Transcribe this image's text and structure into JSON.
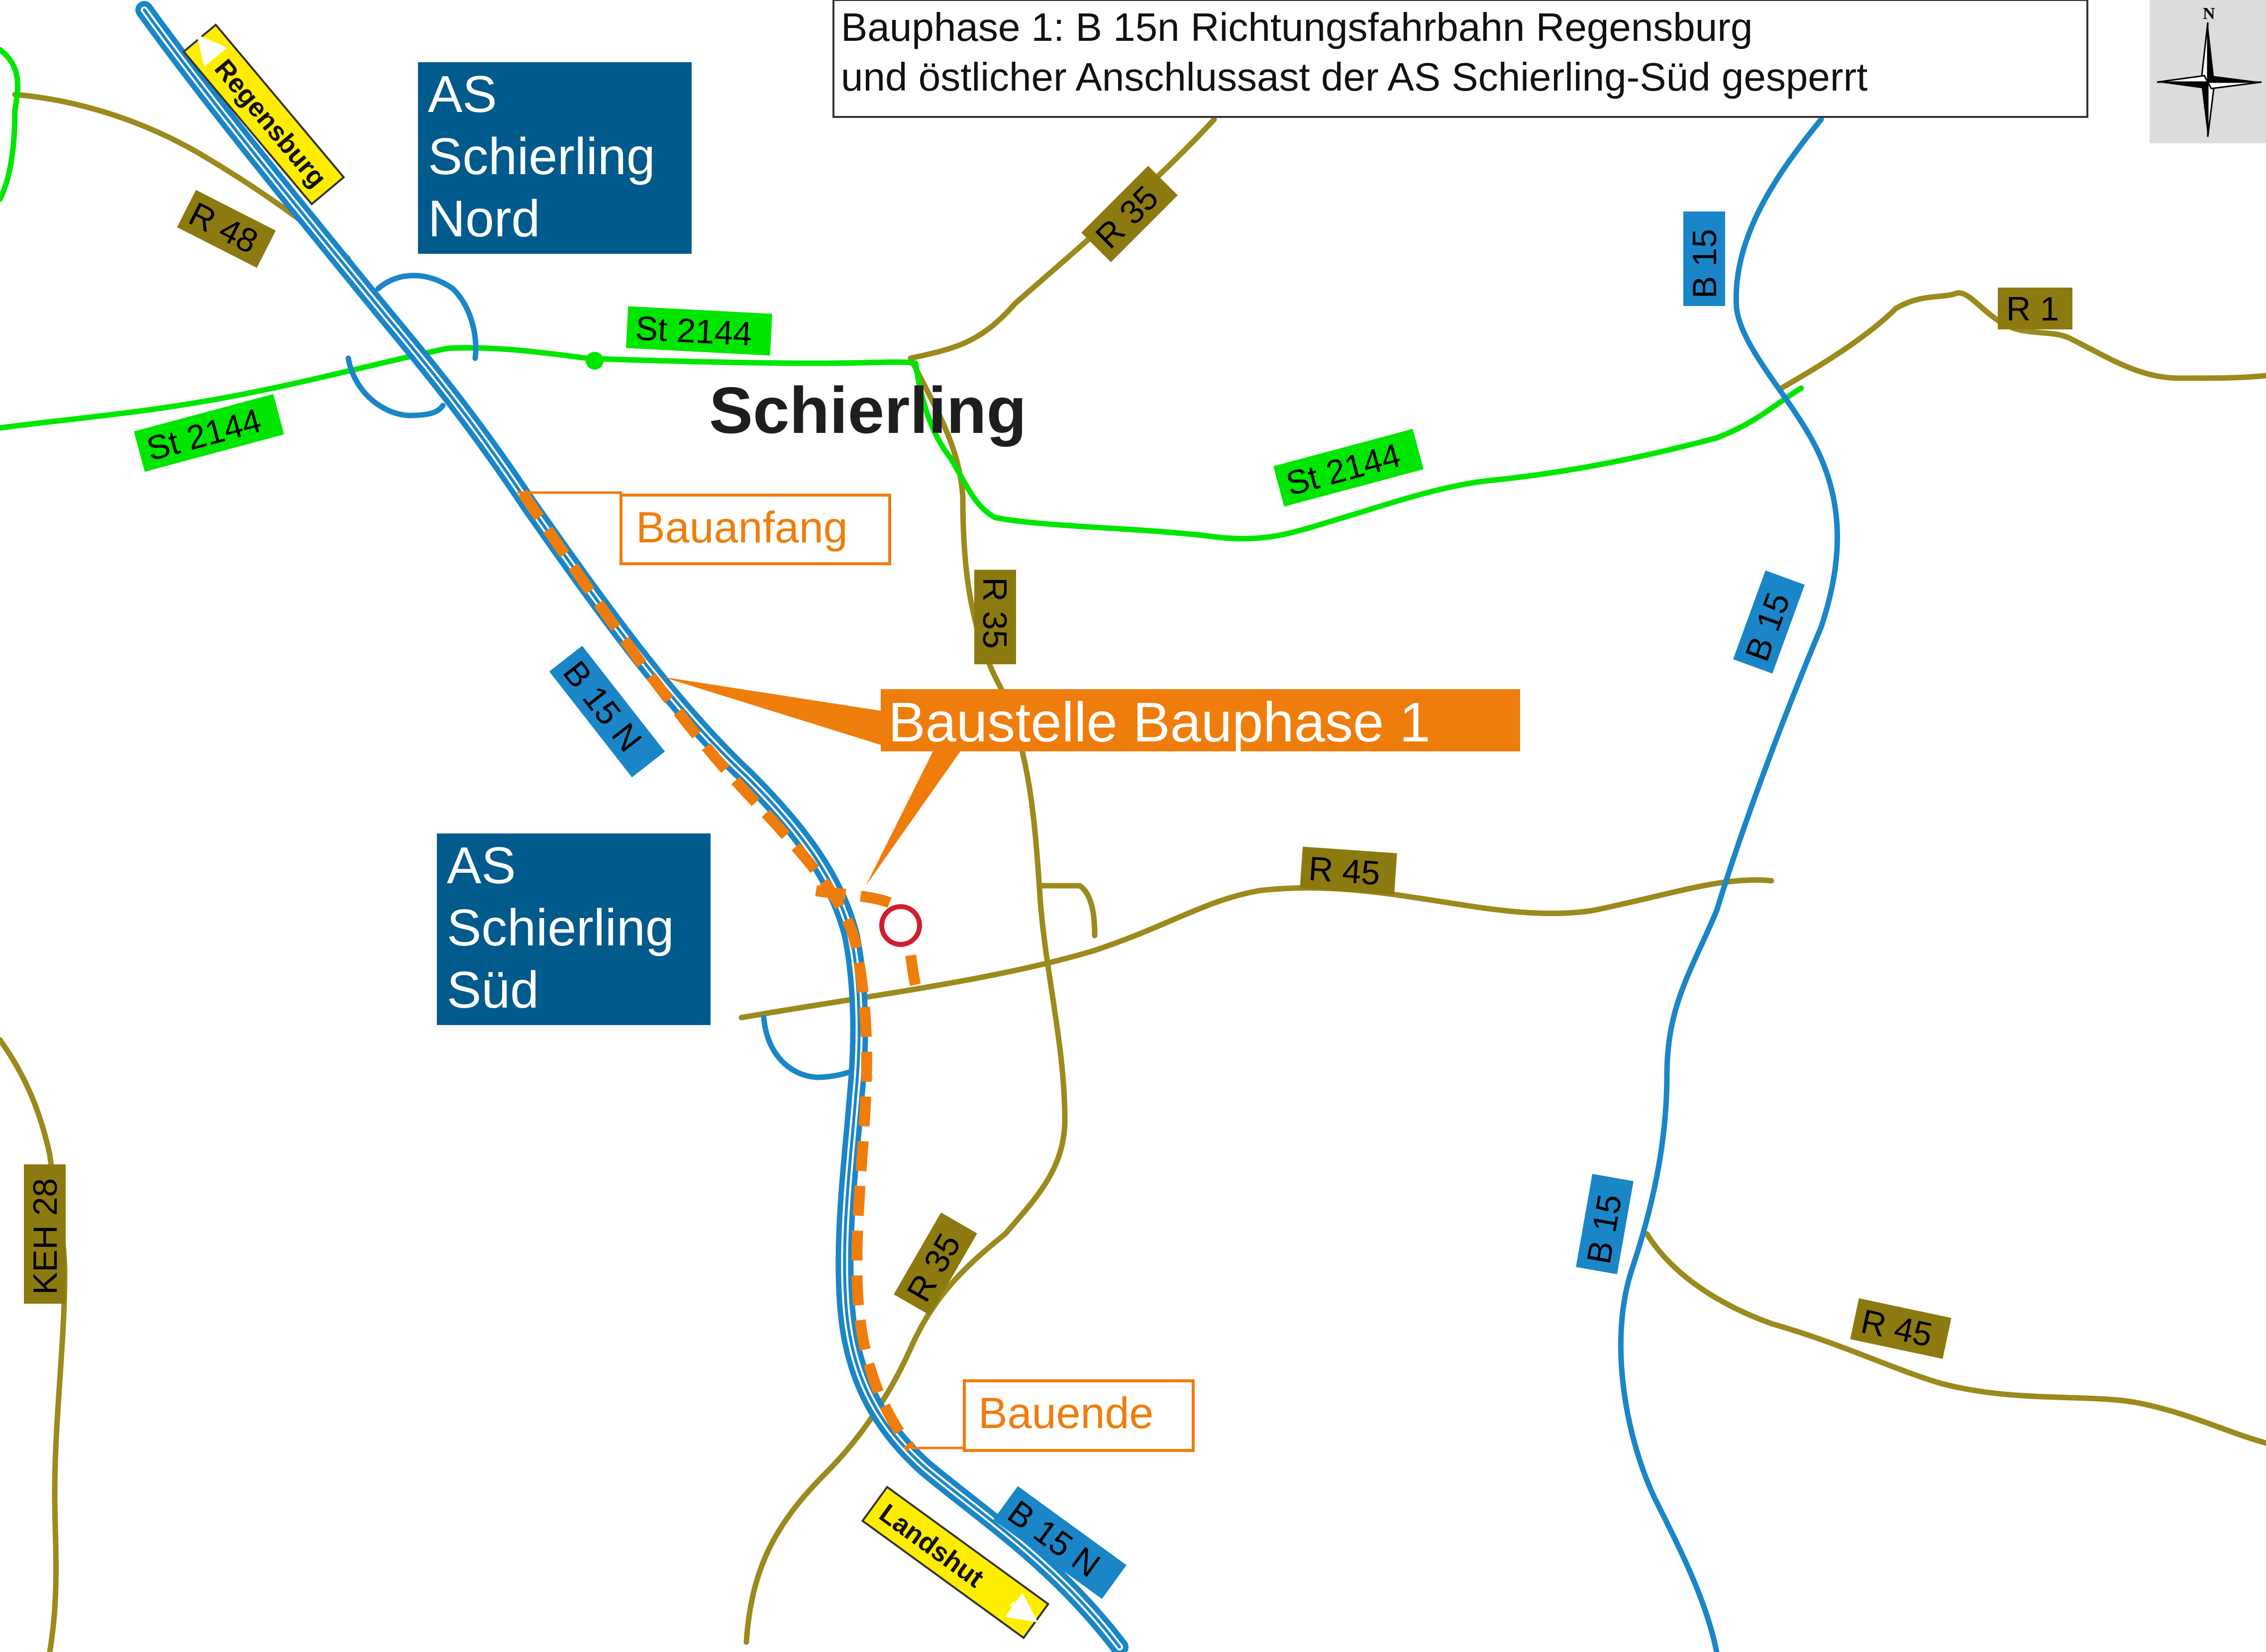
{
  "title": {
    "line1": "Bauphase 1: B 15n Richtungsfahrbahn Regensburg",
    "line2": "und östlicher Anschlussast der AS Schierling-Süd gesperrt"
  },
  "compass": {
    "north_label": "N",
    "icon": "compass-rose-icon"
  },
  "place": {
    "name": "Schierling"
  },
  "junctions": {
    "north": {
      "line1": "AS",
      "line2": "Schierling",
      "line3": "Nord"
    },
    "south": {
      "line1": "AS",
      "line2": "Schierling",
      "line3": "Süd"
    }
  },
  "construction": {
    "start_label": "Bauanfang",
    "end_label": "Bauende",
    "site_label": "Baustelle Bauphase 1",
    "closure_icon": "road-closed-icon"
  },
  "directions": {
    "regensburg": "Regensburg",
    "landshut": "Landshut"
  },
  "road_labels": {
    "r48": "R 48",
    "r35_north": "R 35",
    "r35_mid": "R 35",
    "r35_south": "R 35",
    "r1": "R 1",
    "r45_mid": "R 45",
    "r45_east": "R 45",
    "keh28": "KEH 28",
    "st2144_north": "St 2144",
    "st2144_west": "St 2144",
    "st2144_east": "St 2144",
    "b15_north": "B 15",
    "b15_mid": "B 15",
    "b15_south": "B 15",
    "b15n_mid": "B 15 N",
    "b15n_south": "B 15 N"
  },
  "colors": {
    "state_road": "#00e600",
    "district_road": "#9b8a1c",
    "federal_road": "#1a86c8",
    "junction_box": "#005a8c",
    "construction": "#ef7d0c",
    "direction_sign": "#ffed00",
    "closure": "#d01e2e",
    "label_district_bg": "#8c7a10"
  }
}
